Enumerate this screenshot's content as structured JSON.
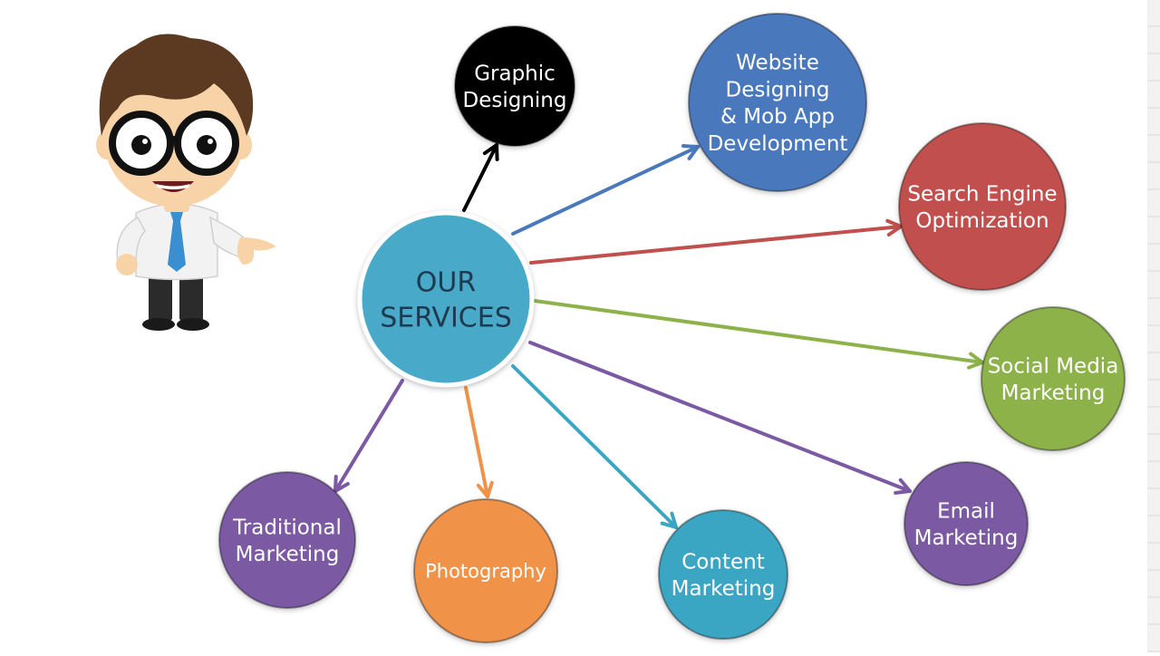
{
  "hub": {
    "lines": [
      "OUR",
      "SERVICES"
    ],
    "fill": "#4aa9c8"
  },
  "services": [
    {
      "id": "graphic-designing",
      "lines": [
        "Graphic",
        "Designing"
      ],
      "fill": "#000000",
      "arrow": "#000000"
    },
    {
      "id": "website-designing",
      "lines": [
        "Website",
        "Designing",
        "& Mob App",
        "Development"
      ],
      "fill": "#4a78bd",
      "arrow": "#4a78bd"
    },
    {
      "id": "search-engine-optimization",
      "lines": [
        "Search Engine",
        "Optimization"
      ],
      "fill": "#c0504d",
      "arrow": "#c0504d"
    },
    {
      "id": "social-media-marketing",
      "lines": [
        "Social Media",
        "Marketing"
      ],
      "fill": "#8db24a",
      "arrow": "#8db24a"
    },
    {
      "id": "email-marketing",
      "lines": [
        "Email",
        "Marketing"
      ],
      "fill": "#7b5aa3",
      "arrow": "#7b5aa3"
    },
    {
      "id": "content-marketing",
      "lines": [
        "Content",
        "Marketing"
      ],
      "fill": "#3ba6c4",
      "arrow": "#3ba6c4"
    },
    {
      "id": "photography",
      "lines": [
        "Photography"
      ],
      "fill": "#f0934a",
      "arrow": "#f0934a"
    },
    {
      "id": "traditional-marketing",
      "lines": [
        "Traditional",
        "Marketing"
      ],
      "fill": "#7b5aa3",
      "arrow": "#7b5aa3"
    }
  ],
  "character": {
    "skin": "#f9d3a8",
    "hair": "#5b3a21",
    "shirt": "#f2f2f2",
    "tie": "#3a8fd1",
    "pants": "#2b2b2b"
  }
}
